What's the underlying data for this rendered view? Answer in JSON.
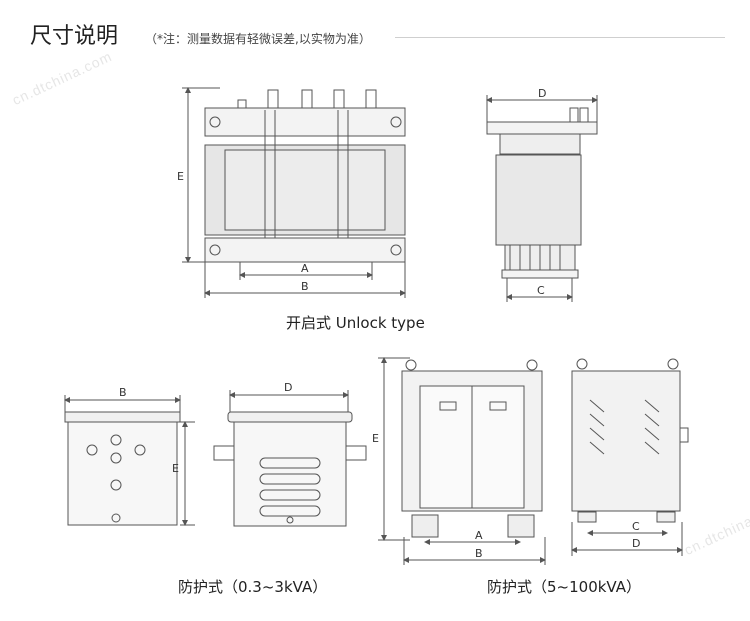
{
  "header": {
    "title": "尺寸说明",
    "note": "（*注：测量数据有轻微误差,以实物为准）"
  },
  "captions": {
    "unlock": "开启式 Unlock type",
    "protect_small": "防护式（0.3~3kVA）",
    "protect_large": "防护式（5~100kVA）"
  },
  "dims": {
    "A": "A",
    "B": "B",
    "C": "C",
    "D": "D",
    "E": "E"
  },
  "watermark": "cn.dtchina.com",
  "colors": {
    "line": "#555555",
    "body_fill": "#e8e8e8",
    "panel": "#efefef"
  }
}
